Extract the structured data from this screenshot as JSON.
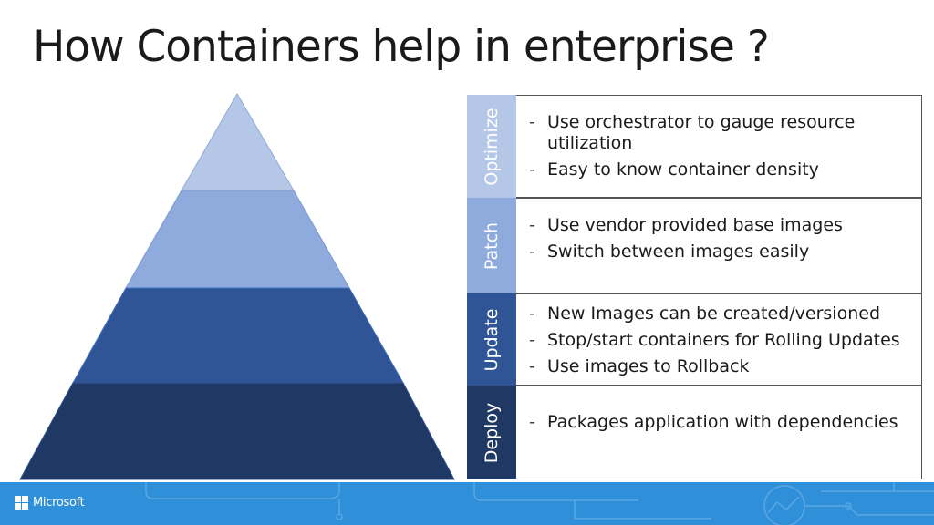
{
  "slide": {
    "title": "How Containers help in enterprise ?"
  },
  "pyramid": {
    "levels": [
      {
        "name": "Optimize",
        "color": "#b4c7e7"
      },
      {
        "name": "Patch",
        "color": "#8faadc"
      },
      {
        "name": "Update",
        "color": "#2f5597"
      },
      {
        "name": "Deploy",
        "color": "#203864"
      }
    ]
  },
  "stages": [
    {
      "label": "Optimize",
      "tab_color": "#b4c7e7",
      "bullets": [
        "Use orchestrator to gauge resource utilization",
        "Easy to know container density"
      ]
    },
    {
      "label": "Patch",
      "tab_color": "#8faadc",
      "bullets": [
        "Use vendor provided base images",
        "Switch between images easily"
      ]
    },
    {
      "label": "Update",
      "tab_color": "#2f5597",
      "bullets": [
        "New Images can be created/versioned",
        "Stop/start containers for Rolling Updates",
        "Use images to Rollback"
      ]
    },
    {
      "label": "Deploy",
      "tab_color": "#203864",
      "bullets": [
        "Packages application with dependencies"
      ]
    }
  ],
  "footer": {
    "brand": "Microsoft",
    "logo_icon": "microsoft-logo-icon",
    "bar_color": "#2f8fd8"
  },
  "ui": {
    "dash": "-"
  }
}
